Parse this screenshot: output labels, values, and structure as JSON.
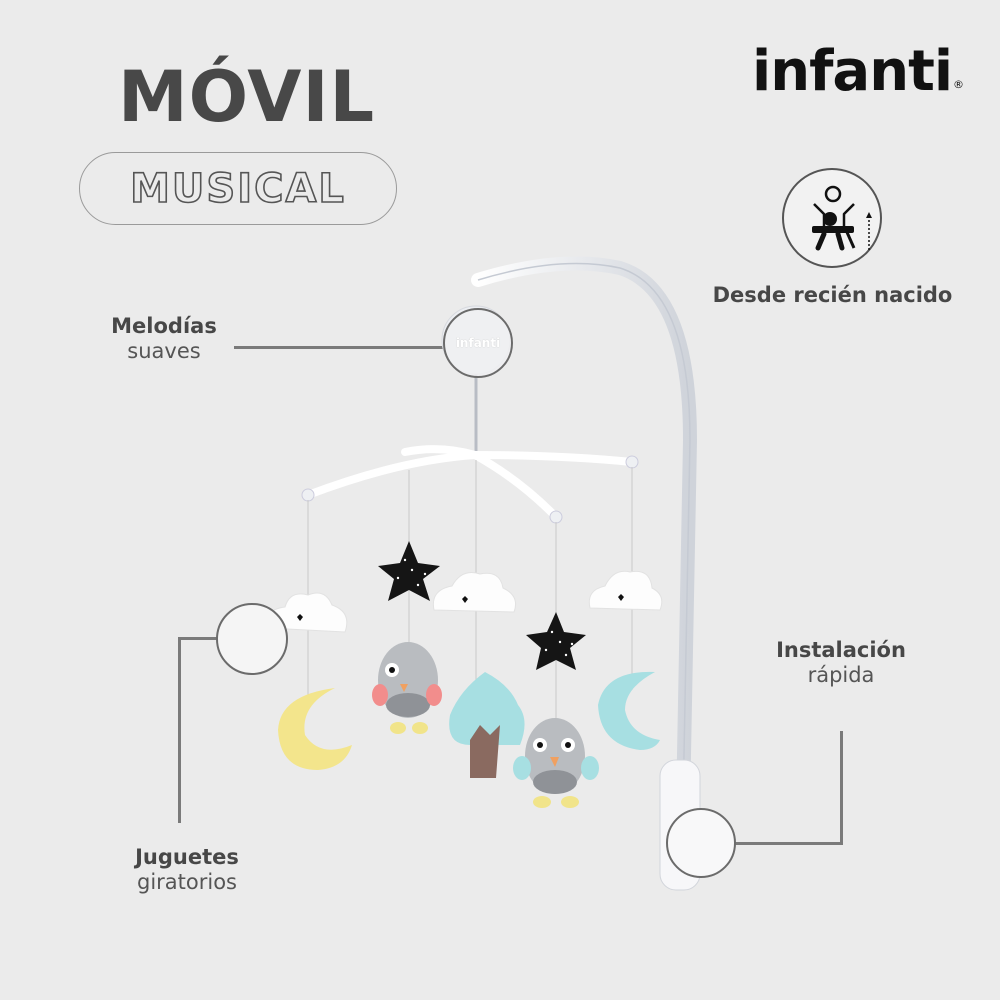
{
  "header": {
    "title": "MÓVIL",
    "subtitle": "MUSICAL"
  },
  "brand": {
    "logo_text": "infanti",
    "registered_mark": "®"
  },
  "age_badge": {
    "icon": "baby-age-icon",
    "label": "Desde recién nacido"
  },
  "features": [
    {
      "bold": "Melodías",
      "light": "suaves",
      "target": "music-box"
    },
    {
      "bold": "Juguetes",
      "light": "giratorios",
      "target": "hanging-toys"
    },
    {
      "bold": "Instalación",
      "light": "rápida",
      "target": "crib-clamp"
    }
  ],
  "product": {
    "music_box_brand": "infanti",
    "toys": [
      "cloud",
      "star",
      "cloud",
      "cloud",
      "star",
      "moon-yellow",
      "owl-pink",
      "tree",
      "owl-blue",
      "moon-blue"
    ]
  },
  "colors": {
    "background": "#ebebeb",
    "text_dark": "#474747",
    "yellow": "#f2e48a",
    "mint": "#a8e0e3",
    "gray_owl": "#b9bcc0",
    "pink": "#f08c8c",
    "brown": "#8a6a60",
    "black_star": "#161616"
  }
}
